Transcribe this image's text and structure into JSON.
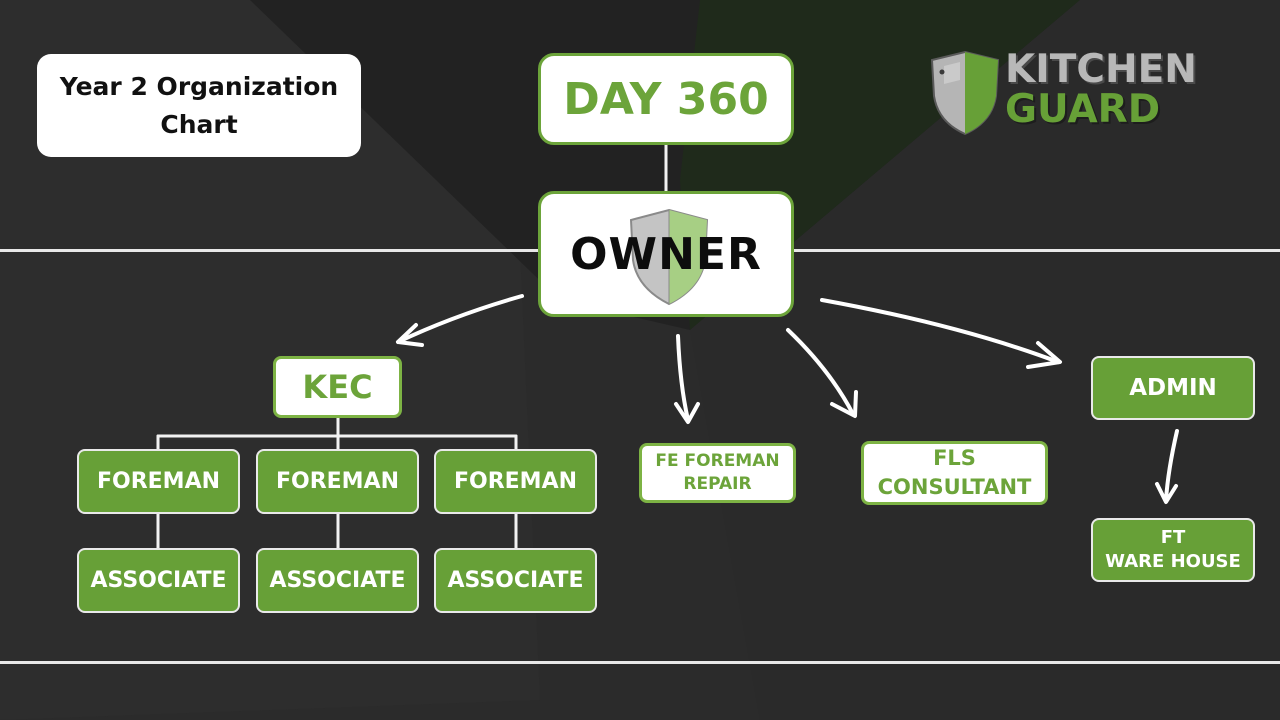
{
  "title_card": {
    "text": "Year 2 Organization Chart"
  },
  "logo": {
    "line1": "KITCHEN",
    "line2": "GUARD",
    "shield_icon": "shield-icon"
  },
  "diagram": {
    "day": "DAY 360",
    "owner": "OWNER",
    "kec": "KEC",
    "foremen": [
      "FOREMAN",
      "FOREMAN",
      "FOREMAN"
    ],
    "associates": [
      "ASSOCIATE",
      "ASSOCIATE",
      "ASSOCIATE"
    ],
    "fe_foreman": {
      "line1": "FE FOREMAN",
      "line2": "REPAIR"
    },
    "fls": {
      "line1": "FLS",
      "line2": "CONSULTANT"
    },
    "admin": "ADMIN",
    "ft": {
      "line1": "FT",
      "line2": "WARE HOUSE"
    }
  },
  "colors": {
    "accent_green": "#67a037",
    "background": "#2b2b2b",
    "logo_gray": "#b8b8b8"
  }
}
